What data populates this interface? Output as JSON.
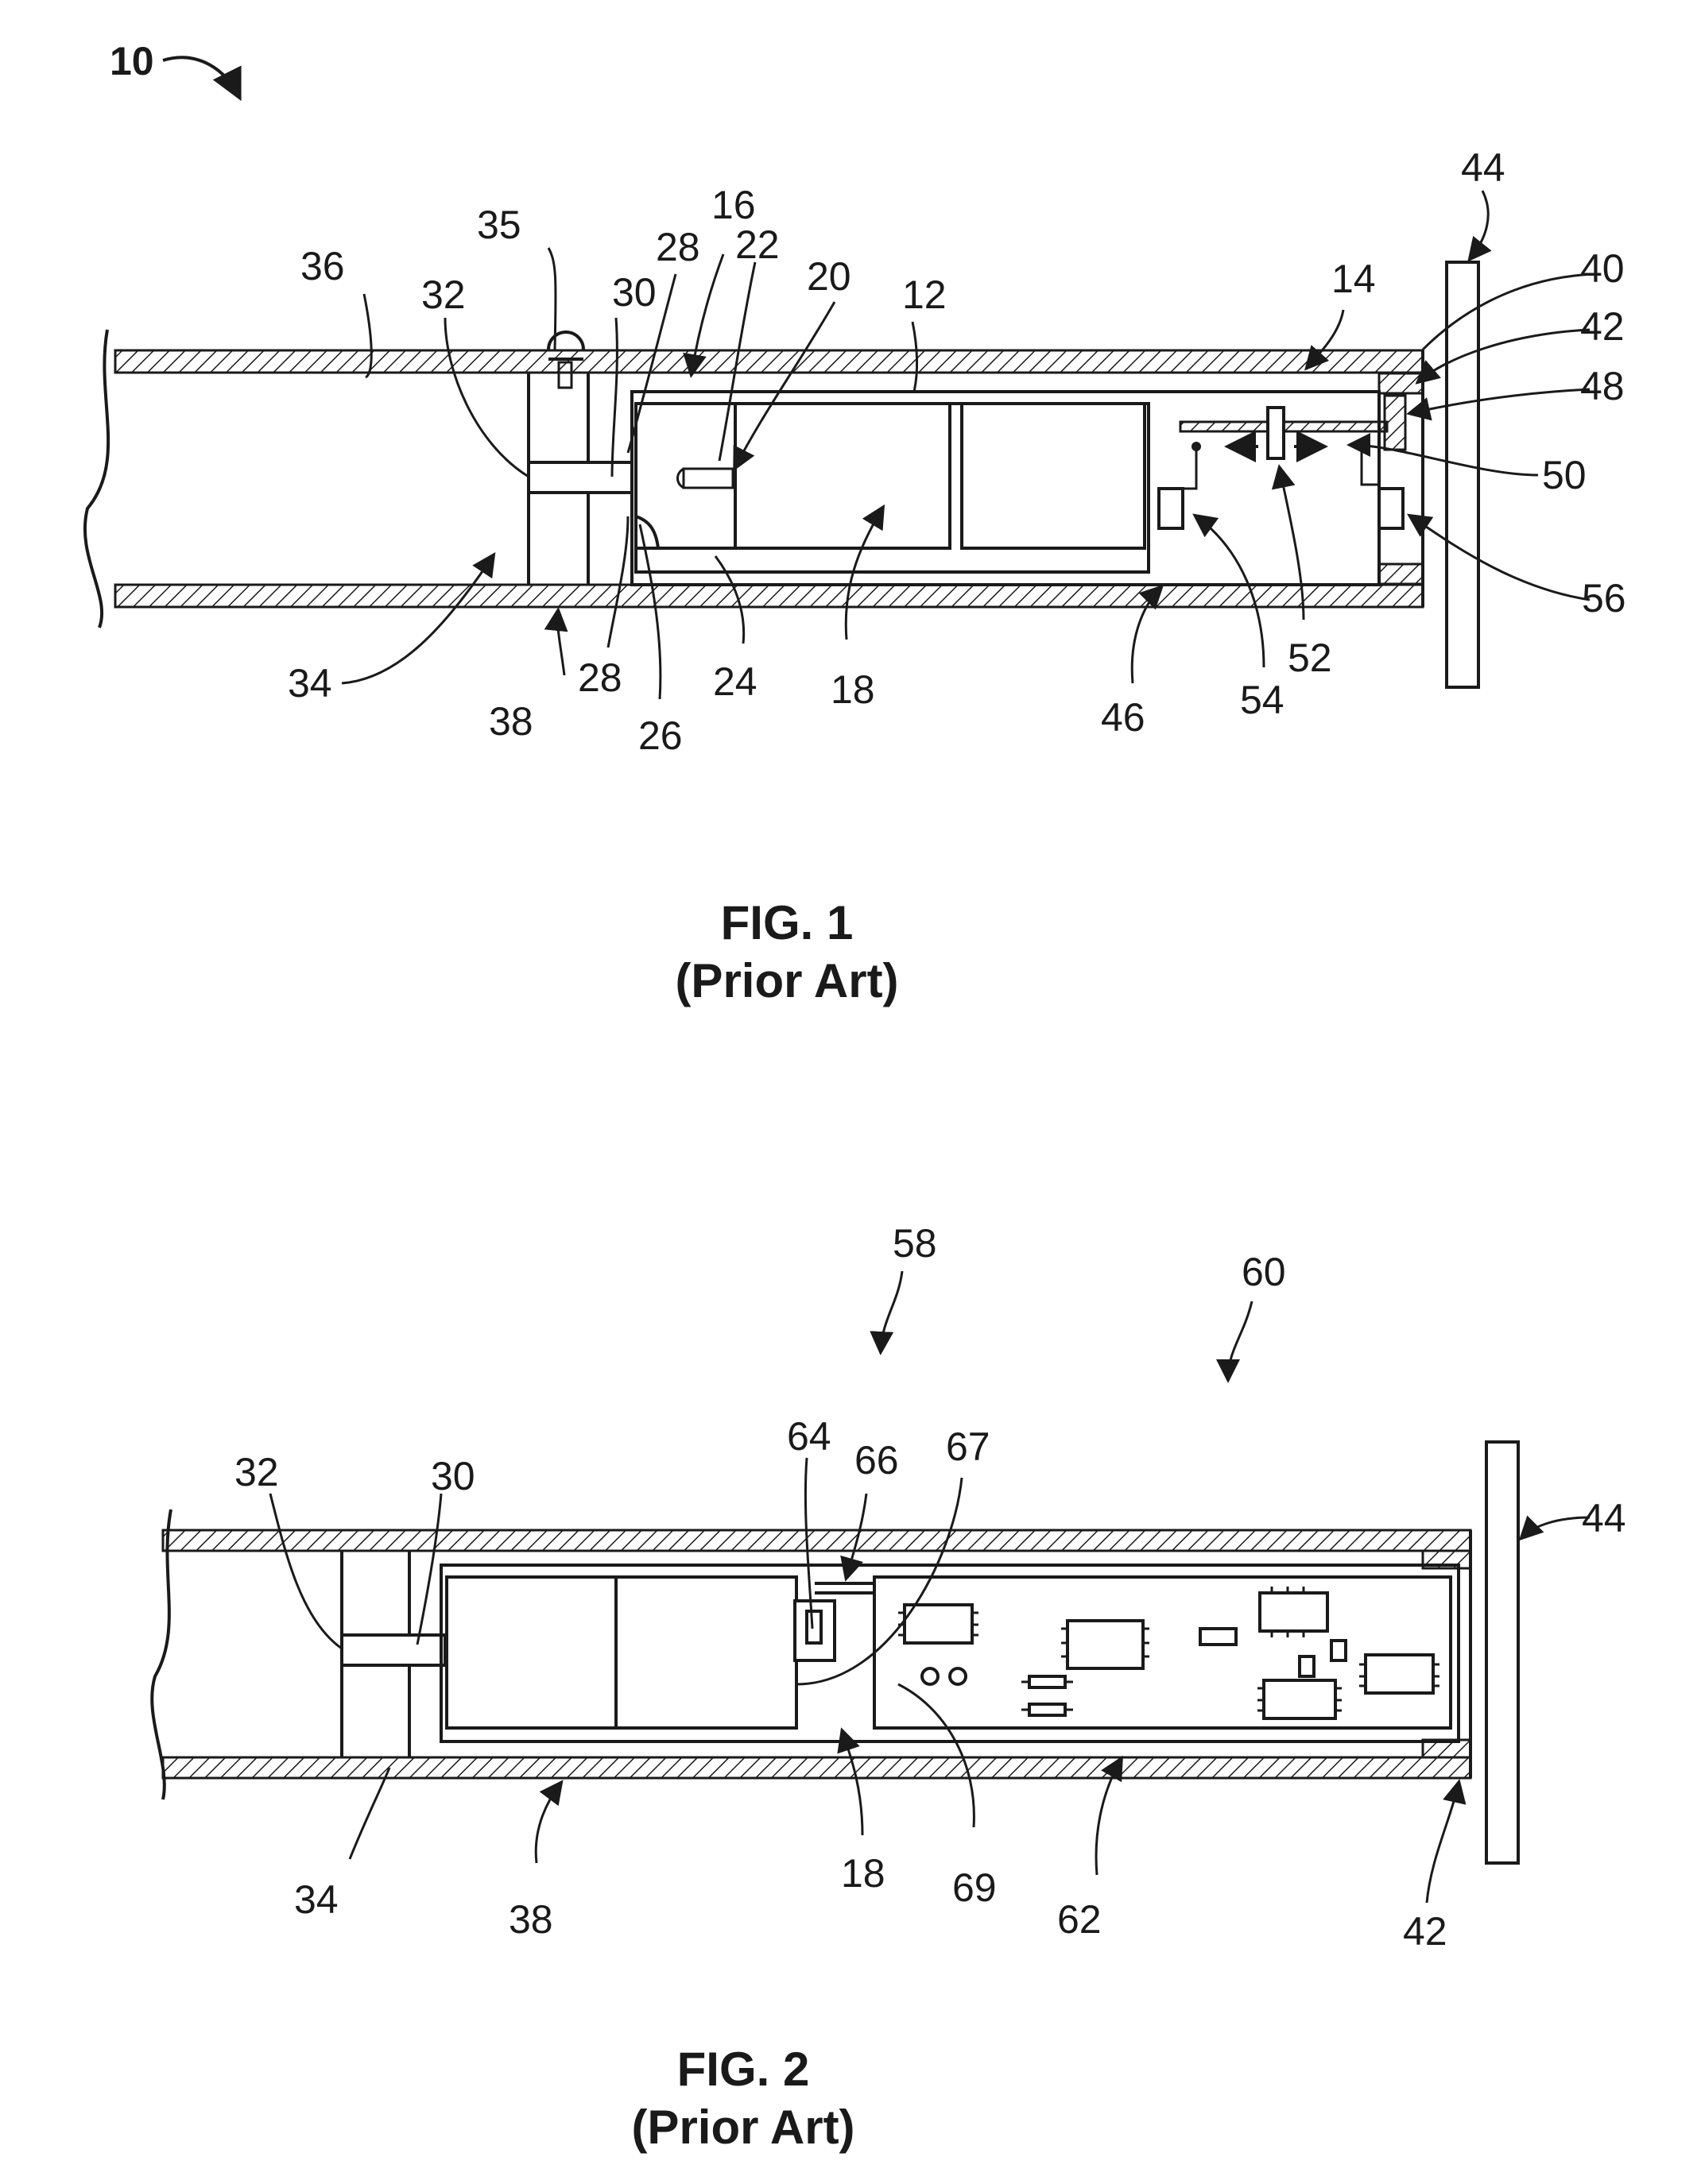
{
  "figure1": {
    "assembly_label": "10",
    "caption_line1": "FIG. 1",
    "caption_line2": "(Prior Art)",
    "labels": {
      "l12": "12",
      "l14": "14",
      "l16": "16",
      "l18": "18",
      "l20": "20",
      "l22": "22",
      "l24": "24",
      "l26": "26",
      "l28a": "28",
      "l28b": "28",
      "l30": "30",
      "l32": "32",
      "l34": "34",
      "l35": "35",
      "l36": "36",
      "l38": "38",
      "l40": "40",
      "l42": "42",
      "l44": "44",
      "l46": "46",
      "l48": "48",
      "l50": "50",
      "l52": "52",
      "l54": "54",
      "l56": "56"
    }
  },
  "figure2": {
    "caption_line1": "FIG. 2",
    "caption_line2": "(Prior Art)",
    "labels": {
      "l18": "18",
      "l30": "30",
      "l32": "32",
      "l34": "34",
      "l38": "38",
      "l42": "42",
      "l44": "44",
      "l58": "58",
      "l60": "60",
      "l62": "62",
      "l64": "64",
      "l66": "66",
      "l67": "67",
      "l69": "69"
    }
  }
}
